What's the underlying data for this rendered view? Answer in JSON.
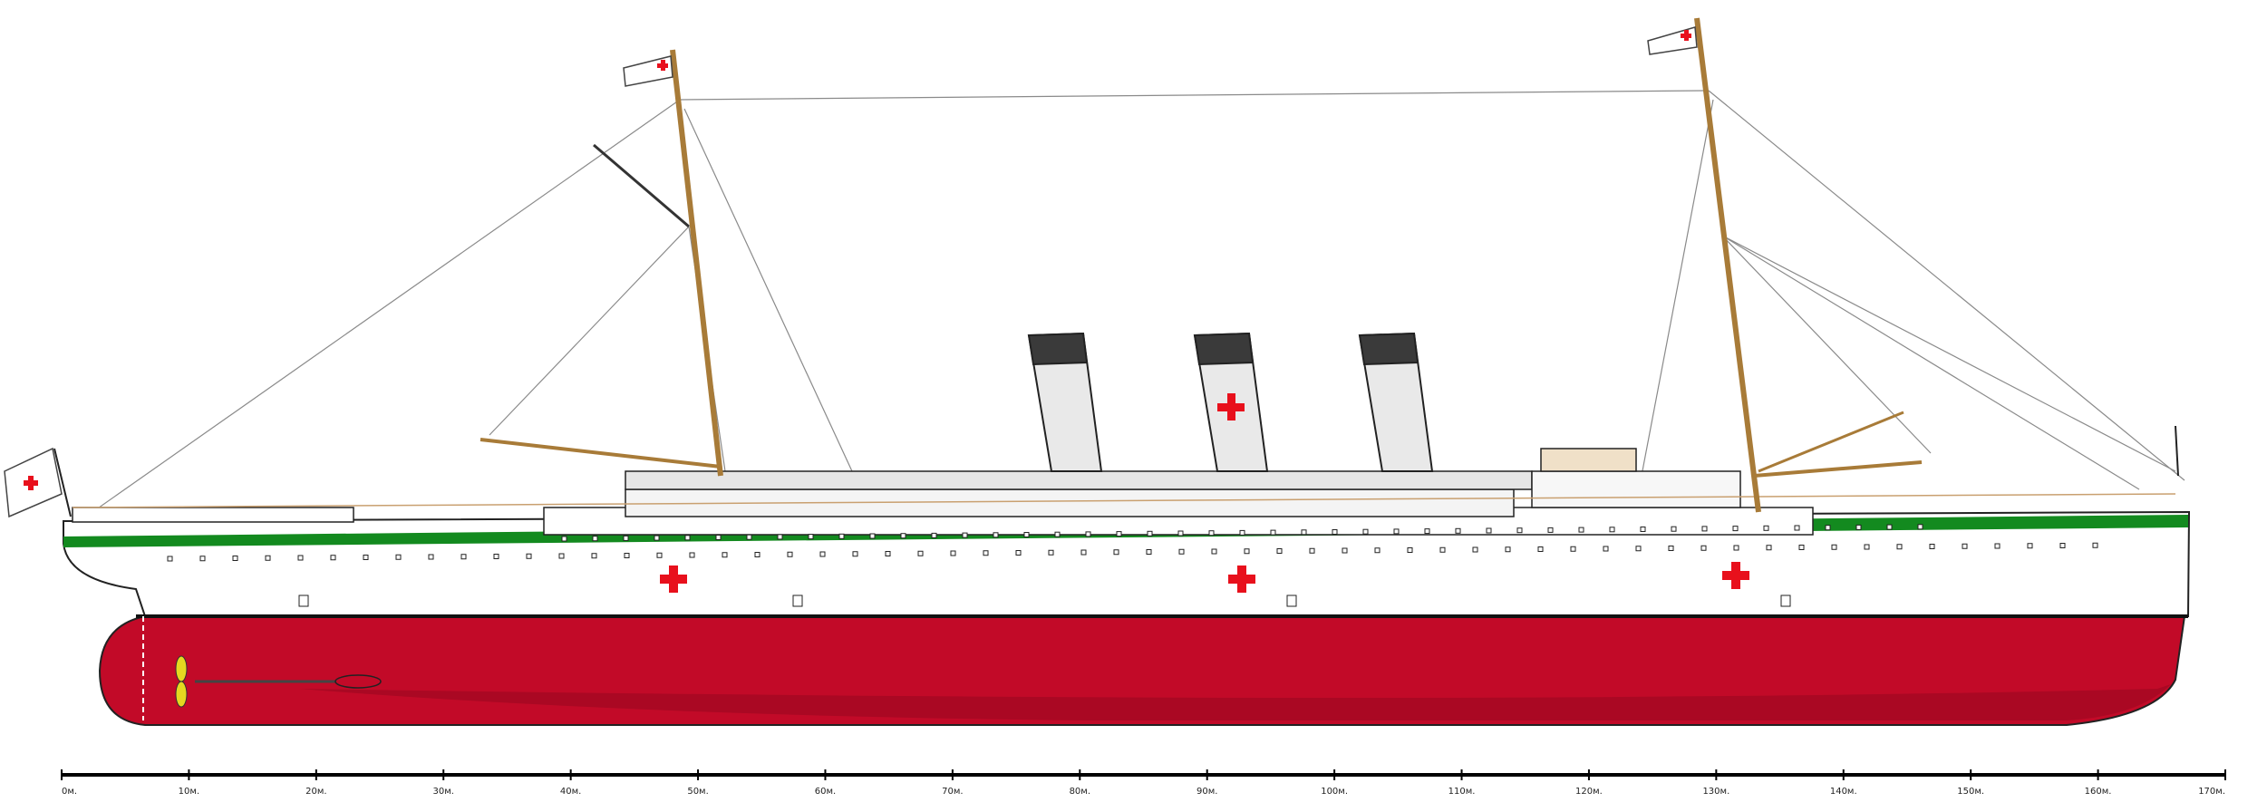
{
  "scale": {
    "unit_suffix": "м.",
    "min": 0,
    "max": 170,
    "step": 10,
    "labels": [
      "0м.",
      "10м.",
      "20м.",
      "30м.",
      "40м.",
      "50м.",
      "60м.",
      "70м.",
      "80м.",
      "90м.",
      "100м.",
      "110м.",
      "120м.",
      "130м.",
      "140м.",
      "150м.",
      "160м.",
      "170м."
    ]
  },
  "colors": {
    "hull_red": "#c20a28",
    "hull_white": "#ffffff",
    "green_band": "#138a1f",
    "cross_red": "#e8101c",
    "funnel_black": "#3a3a3a",
    "funnel_white": "#e9e9e9",
    "mast_brown": "#a87b38",
    "propeller_yellow": "#e5d820",
    "outline": "#222222"
  },
  "elements": {
    "funnels": 3,
    "masts": 2,
    "hull_crosses": 3,
    "flags": 3
  }
}
